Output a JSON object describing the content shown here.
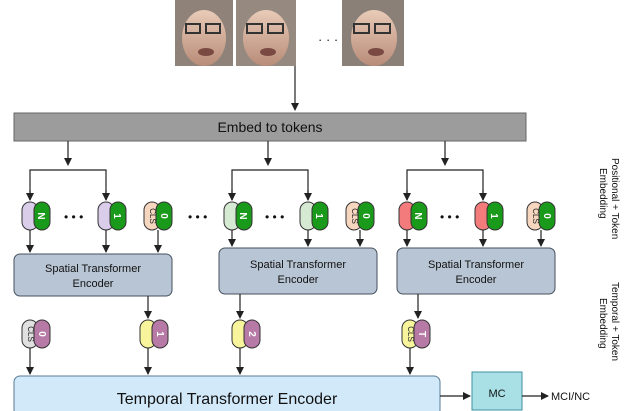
{
  "frames": {
    "ellipsis": "· · ·"
  },
  "embed": {
    "label": "Embed to tokens"
  },
  "side_labels": {
    "positional_token_line1": "Positional + Token",
    "positional_token_line2": "Embedding",
    "temporal_token_line1": "Temporal + Token",
    "temporal_token_line2": "Embedding"
  },
  "spatial": {
    "line1": "Spatial Transformer",
    "line2": "Encoder"
  },
  "tokens": {
    "n": "N",
    "one": "1",
    "zero": "0",
    "cls": "CLS",
    "two": "2",
    "t": "T",
    "dots": "• • •"
  },
  "temporal": {
    "label": "Temporal Transformer Encoder"
  },
  "mc": {
    "label": "MC",
    "output": "MCI/NC"
  },
  "colors": {
    "green": "#1a9a1a",
    "purple1": "#d9cdea",
    "green_light": "#d6ead3",
    "red_light": "#f47b7b",
    "peach": "#f7d6bf",
    "grey_pill": "#e0e0e0",
    "mauve": "#b77aa6",
    "yellow": "#f8f49b",
    "encoder_fill": "#b8c5d4",
    "temporal_fill": "#d2e9f9",
    "mc_fill": "#a8e0e6",
    "embed_fill": "#9c9c9c"
  }
}
